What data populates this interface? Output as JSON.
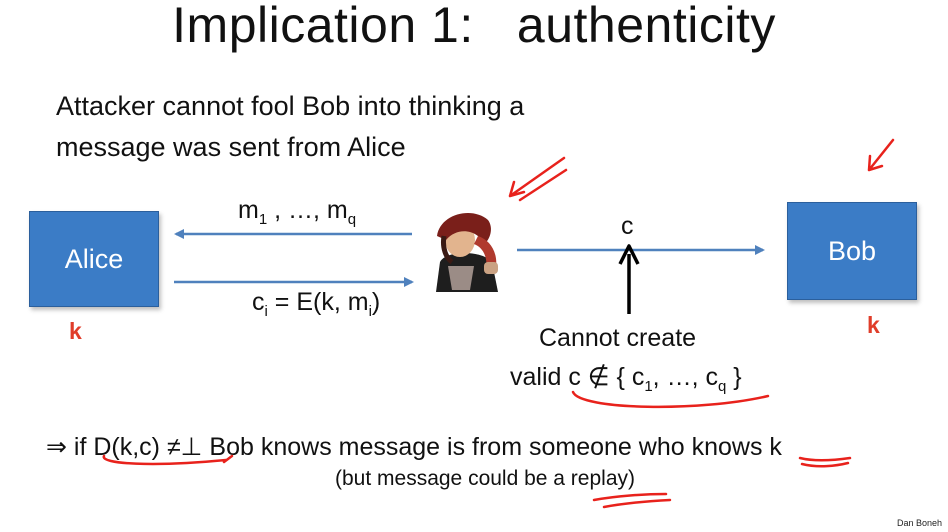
{
  "title": "Implication 1:   authenticity",
  "statement": {
    "line1": "Attacker cannot fool Bob into thinking a",
    "line2": "message was sent from Alice"
  },
  "alice": {
    "label": "Alice",
    "key": "k"
  },
  "bob": {
    "label": "Bob",
    "key": "k"
  },
  "messages": {
    "m_prefix": "m",
    "m_sub_first": "1",
    "m_middle": " , …,  m",
    "m_sub_last": "q"
  },
  "ciphertexts": {
    "c_prefix": "c",
    "c_sub": "i",
    "c_mid": " = E(k, m",
    "m_sub": "i",
    "c_end": ")"
  },
  "challenge_label": "c",
  "cannot_create": {
    "line1": "Cannot create",
    "line2_prefix": "valid   c ∉ { c",
    "sub1": "1",
    "mid": ", …, c",
    "subq": "q",
    "suffix": " }"
  },
  "implication": {
    "arrow": "⇒",
    "text_start": "  if ",
    "condition": "D(k,c) ≠⊥",
    "text_end": " Bob knows message is from someone who knows k"
  },
  "replay_note": "(but message could be a replay)",
  "credit": "Dan Boneh",
  "colors": {
    "box": "#3b7cc6",
    "arrow": "#4f81bd",
    "key": "#e03d2a",
    "annotation": "#e8221c"
  },
  "icons": {
    "attacker": "attacker-figure-icon"
  }
}
